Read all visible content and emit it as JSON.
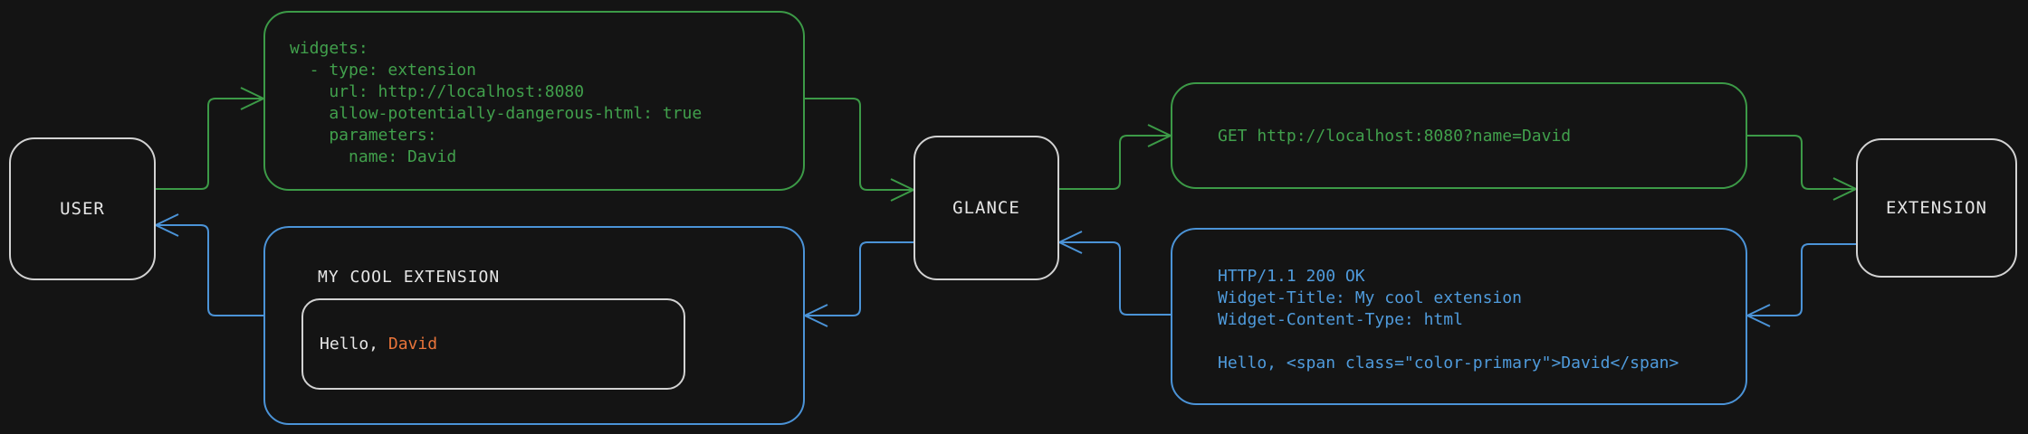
{
  "colors": {
    "background": "#141414",
    "green": "#3c9a47",
    "green_text": "#41a04c",
    "blue": "#4b93d7",
    "blue_text": "#4f9bdc",
    "orange": "#e8743a",
    "gray_border": "#d2d2d2",
    "text": "#e6e6e6"
  },
  "nodes": {
    "user": {
      "label": "USER"
    },
    "glance": {
      "label": "GLANCE"
    },
    "extension": {
      "label": "EXTENSION"
    }
  },
  "config_snippet": {
    "lines": [
      "widgets:",
      "  - type: extension",
      "    url: http://localhost:8080",
      "    allow-potentially-dangerous-html: true",
      "    parameters:",
      "      name: David"
    ]
  },
  "request": {
    "line": "GET http://localhost:8080?name=David"
  },
  "response": {
    "lines": [
      "HTTP/1.1 200 OK",
      "Widget-Title: My cool extension",
      "Widget-Content-Type: html",
      "",
      "Hello, <span class=\"color-primary\">David</span>"
    ]
  },
  "widget": {
    "title": "MY COOL EXTENSION",
    "message_prefix": "Hello, ",
    "name": "David"
  }
}
